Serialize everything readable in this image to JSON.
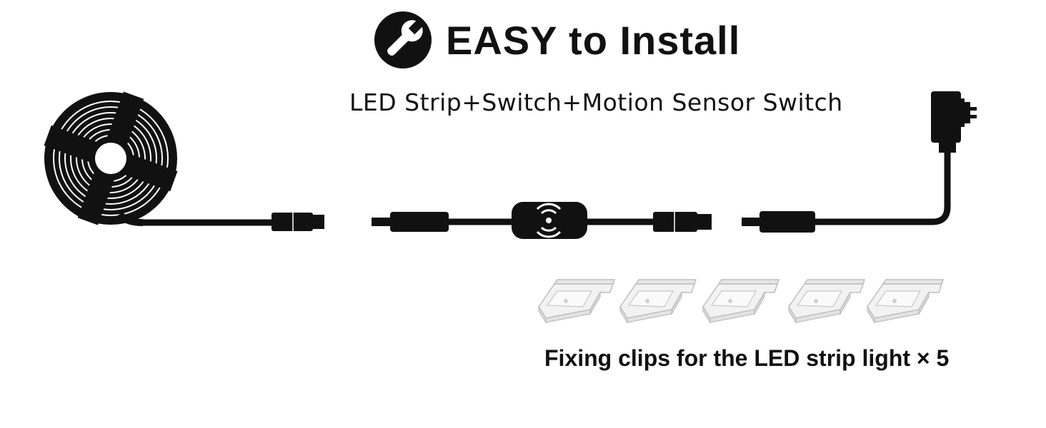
{
  "header": {
    "icon": "wrench-icon",
    "title": "EASY to Install",
    "subtitle": "LED Strip+Switch+Motion Sensor Switch"
  },
  "components": {
    "led_reel": "led-strip-reel-icon",
    "motion_switch": "motion-sensor-switch-icon",
    "adapter": "power-adapter-icon"
  },
  "clips": {
    "count": 5,
    "icon": "fixing-clip-icon",
    "caption": "Fixing clips for the LED strip light × 5"
  },
  "colors": {
    "ink": "#111111",
    "clip": "#cfcfcf"
  }
}
